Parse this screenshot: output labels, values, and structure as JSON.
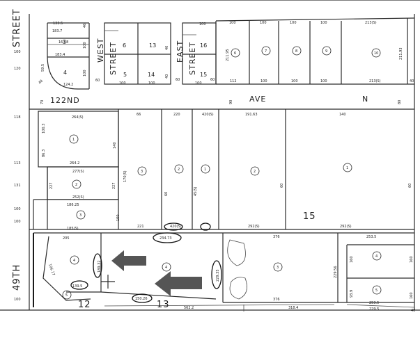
{
  "streets": {
    "street_top_left": "STREET",
    "street_49th": "49TH",
    "ave_122nd_a": "122ND",
    "ave_122nd_b": "AVE",
    "ave_n": "N",
    "west_street_a": "WEST",
    "west_street_b": "STREET",
    "east_street_a": "EAST",
    "east_street_b": "STREET"
  },
  "blocks": {
    "block_15": "15",
    "block_12": "12",
    "block_13": "13"
  },
  "top_left": {
    "dims": [
      "133.5",
      "183.7",
      "46",
      "163.8",
      "183.4",
      "124.2",
      "59.5",
      "100",
      "120",
      "100",
      "100",
      "60",
      "48"
    ],
    "lots": [
      "3",
      "4"
    ]
  },
  "west_block": {
    "lots": [
      "6",
      "5",
      "13",
      "14"
    ],
    "dims": [
      "100",
      "100",
      "40",
      "40",
      "60"
    ]
  },
  "east_block": {
    "lots": [
      "16",
      "15"
    ],
    "dims": [
      "100",
      "100",
      "60"
    ]
  },
  "top_right": {
    "dims": [
      "100",
      "100",
      "100",
      "100",
      "213(S)",
      "211.95",
      "211.93",
      "112",
      "100",
      "100",
      "100",
      "213(S)",
      "40",
      "90",
      "70",
      "80"
    ],
    "circled": [
      "6",
      "7",
      "8",
      "9",
      "10"
    ]
  },
  "middle": {
    "dims": [
      "118",
      "113",
      "131",
      "100",
      "100",
      "264(S)",
      "100.3",
      "86.3",
      "264.2",
      "227",
      "227",
      "277(S)",
      "252(S)",
      "186.25",
      "185(S)",
      "140",
      "100",
      "66",
      "220",
      "420(S)",
      "191.63",
      "140",
      "170(S)",
      "221",
      "420(S)",
      "292(S)",
      "292(S)",
      "60",
      "60",
      "60",
      "45(S)"
    ],
    "circled": [
      "1",
      "2",
      "3",
      "3",
      "2",
      "1",
      "2",
      "1"
    ]
  },
  "bottom": {
    "dims": [
      "205",
      "106.17",
      "189.32",
      "139.5",
      "234.73",
      "150.26",
      "229.35",
      "376",
      "376",
      "253.5",
      "229.56",
      "160",
      "160",
      "93.9",
      "253.5",
      "229.5",
      "562.2",
      "318.4",
      "40",
      "100",
      "160"
    ],
    "circled": [
      "4",
      "5",
      "4",
      "3",
      "4",
      "5"
    ]
  }
}
